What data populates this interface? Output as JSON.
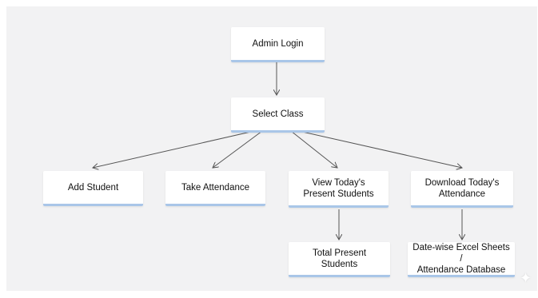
{
  "nodes": {
    "admin_login": "Admin Login",
    "select_class": "Select Class",
    "add_student": "Add Student",
    "take_attendance": "Take Attendance",
    "view_present": "View Today's\nPresent Students",
    "download_attendance": "Download Today's\nAttendance",
    "total_present": "Total Present\nStudents",
    "excel_database": "Date-wise Excel Sheets /\nAttendance Database"
  },
  "colors": {
    "node_accent": "#a9c6e8",
    "edge": "#555555",
    "background": "#f2f2f3"
  },
  "icons": {
    "corner": "sparkle-icon"
  }
}
